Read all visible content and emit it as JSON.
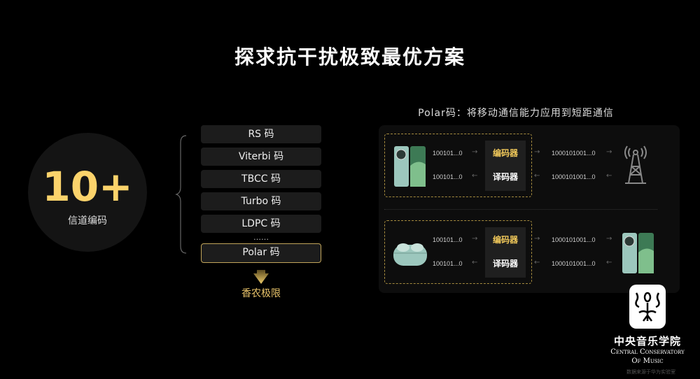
{
  "title": "探求抗干扰极致最优方案",
  "circle": {
    "number": "10+",
    "label": "信道编码"
  },
  "codes": [
    "RS 码",
    "Viterbi 码",
    "TBCC 码",
    "Turbo 码",
    "LDPC 码"
  ],
  "ellipsis": "……",
  "polar": "Polar 码",
  "shannon": "香农极限",
  "panel": {
    "title": "Polar码：将移动通信能力应用到短距通信",
    "encoder": "编码器",
    "decoder": "译码器",
    "short_bits": "100101...0",
    "long_bits": "1000101001...0"
  },
  "logo": {
    "cn": "中央音乐学院",
    "en1": "Central Conservatory",
    "en2": "Of Music"
  },
  "watermark": "数据来源于华为实验室",
  "colors": {
    "accent": "#fbd36b",
    "gold_border": "#c2a55a",
    "panel": "#0d0d0d"
  }
}
